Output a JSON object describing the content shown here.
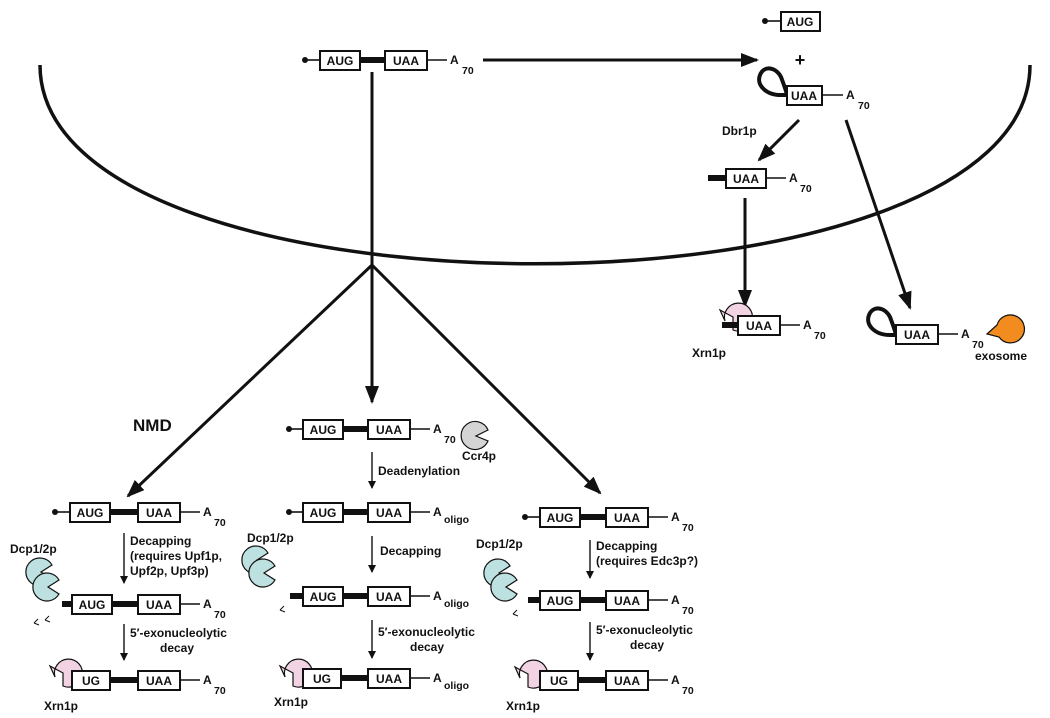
{
  "labels": {
    "aug": "AUG",
    "uaa": "UAA",
    "ug": "UG",
    "a": "A",
    "poly_a": "70",
    "oligo": "oligo",
    "plus": "+",
    "dbr1p": "Dbr1p",
    "xrn1p": "Xrn1p",
    "exosome": "exosome",
    "nmd": "NMD",
    "ccr4p": "Ccr4p",
    "dcp": "Dcp1/2p",
    "deadenylation": "Deadenylation",
    "decapping": "Decapping",
    "decap_nmd_1": "Decapping",
    "decap_nmd_2": "(requires Upf1p,",
    "decap_nmd_3": "Upf2p, Upf3p)",
    "decap_edc_1": "Decapping",
    "decap_edc_2": "(requires Edc3p?)",
    "exo_1": "5′-exonucleolytic",
    "exo_2": "decay"
  },
  "colors": {
    "xrn1p": "#f2d3e3",
    "dcp": "#bde0e0",
    "ccr4p": "#d4d4d4",
    "exosome": "#f28c1e",
    "line": "#111111"
  }
}
